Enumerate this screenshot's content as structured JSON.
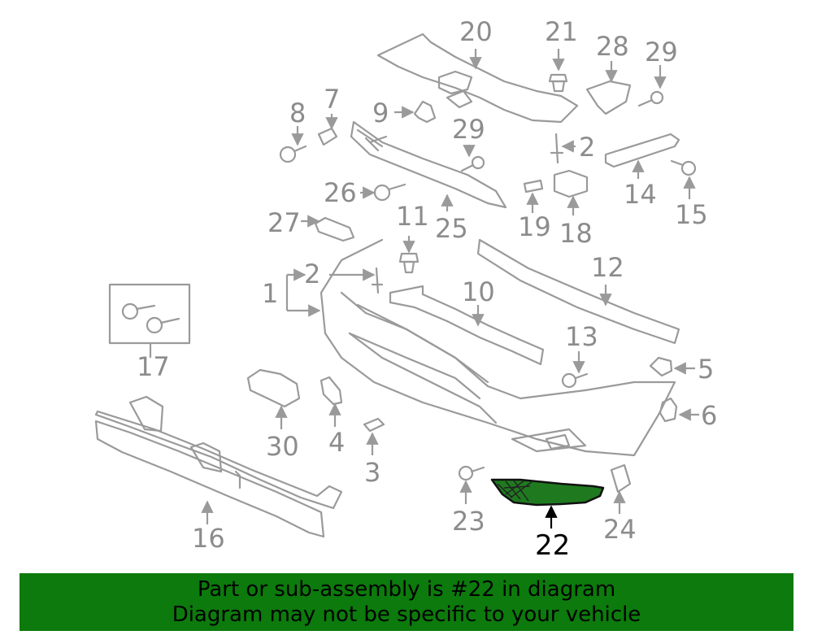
{
  "callouts": {
    "c1": "1",
    "c2a": "2",
    "c2b": "2",
    "c3": "3",
    "c4": "4",
    "c5": "5",
    "c6": "6",
    "c7": "7",
    "c8": "8",
    "c9": "9",
    "c10": "10",
    "c11": "11",
    "c12": "12",
    "c13": "13",
    "c14": "14",
    "c15": "15",
    "c16": "16",
    "c17": "17",
    "c18": "18",
    "c19": "19",
    "c20": "20",
    "c21": "21",
    "c22": "22",
    "c23": "23",
    "c24": "24",
    "c25": "25",
    "c26": "26",
    "c27": "27",
    "c28": "28",
    "c29a": "29",
    "c29b": "29",
    "c30": "30"
  },
  "highlight": {
    "part_number": "22",
    "color": "#1f7a1f"
  },
  "banner": {
    "line1": "Part or sub-assembly is #22 in diagram",
    "line2": "Diagram may not be specific to your vehicle",
    "background": "#0c7a0c"
  }
}
